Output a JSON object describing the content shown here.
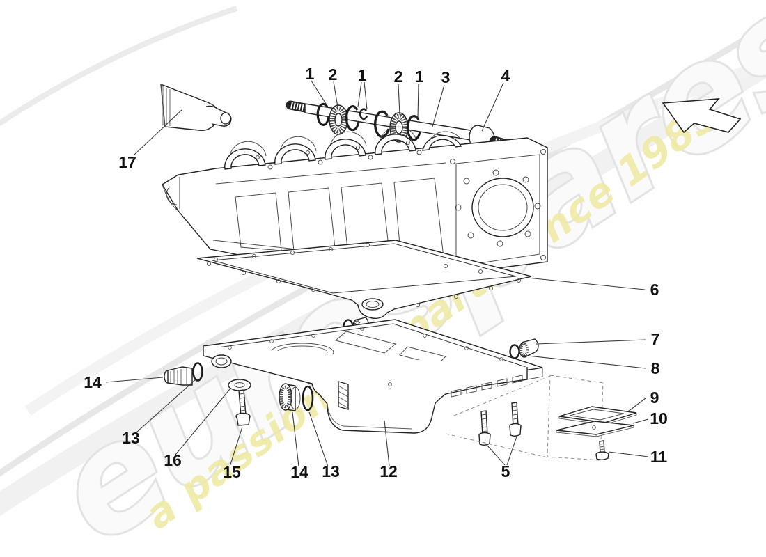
{
  "watermark": {
    "brand": "eurospares",
    "tagline": "a passion for parts since 1985",
    "brand_color": "#e3e3e3",
    "tagline_color": "#efeaa6"
  },
  "callouts": [
    {
      "label": "1"
    },
    {
      "label": "2"
    },
    {
      "label": "1"
    },
    {
      "label": "2"
    },
    {
      "label": "1"
    },
    {
      "label": "3"
    },
    {
      "label": "4"
    },
    {
      "label": "17"
    },
    {
      "label": "6"
    },
    {
      "label": "7"
    },
    {
      "label": "8"
    },
    {
      "label": "9"
    },
    {
      "label": "10"
    },
    {
      "label": "11"
    },
    {
      "label": "14"
    },
    {
      "label": "13"
    },
    {
      "label": "16"
    },
    {
      "label": "15"
    },
    {
      "label": "14"
    },
    {
      "label": "13"
    },
    {
      "label": "12"
    },
    {
      "label": "5"
    }
  ]
}
